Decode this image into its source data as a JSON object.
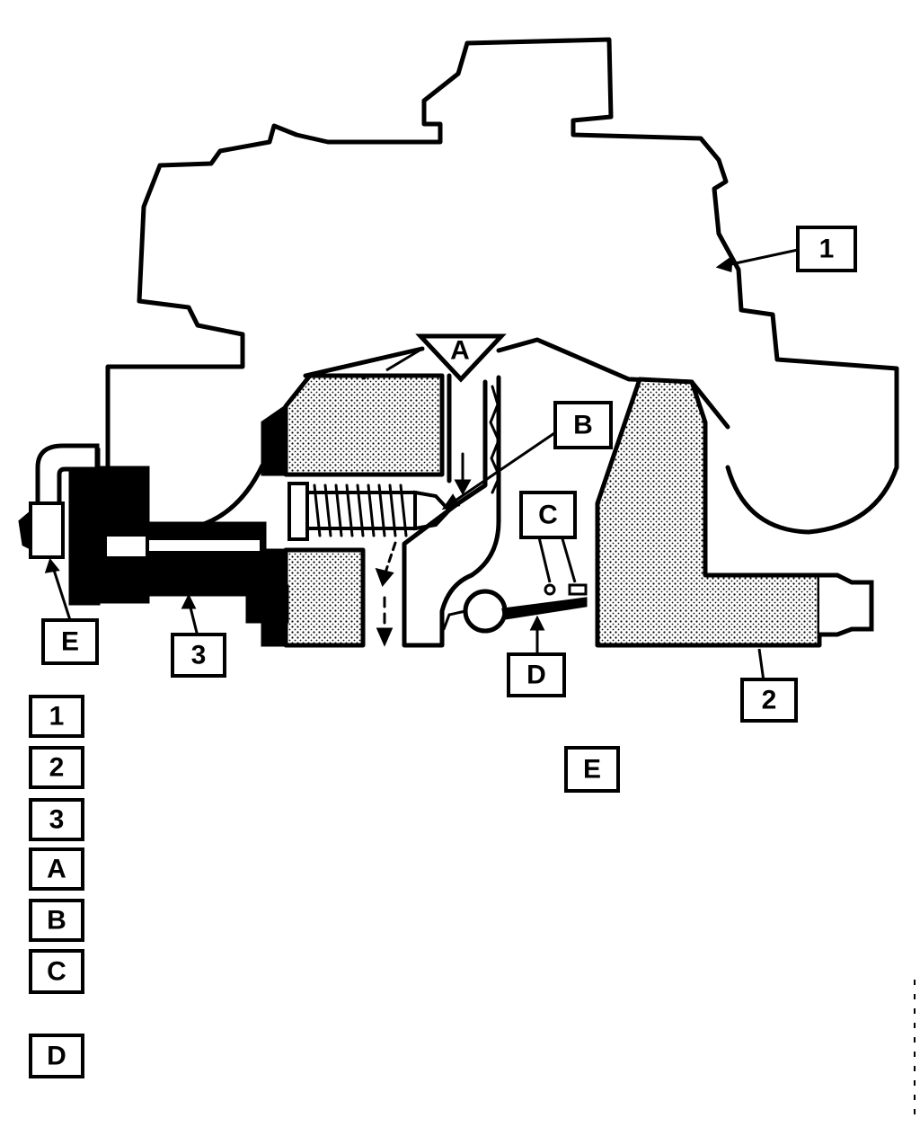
{
  "figure": {
    "callouts": {
      "c1": "1",
      "c2": "2",
      "c3": "3",
      "cA": "A",
      "cB": "B",
      "cC": "C",
      "cD": "D",
      "cE": "E"
    },
    "key": {
      "k1": "1",
      "k2": "2",
      "k3": "3",
      "kA": "A",
      "kB": "B",
      "kC": "C",
      "kD": "D",
      "kE": "E"
    }
  }
}
